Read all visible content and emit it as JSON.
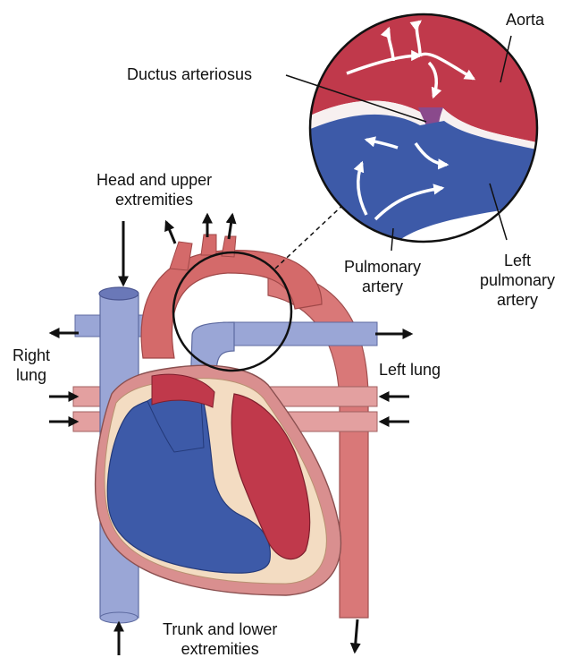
{
  "labels": {
    "aorta": "Aorta",
    "ductus_arteriosus": "Ductus arteriosus",
    "head_upper": [
      "Head and upper",
      "extremities"
    ],
    "pulmonary_artery": [
      "Pulmonary",
      "artery"
    ],
    "left_pulmonary_artery": [
      "Left",
      "pulmonary",
      "artery"
    ],
    "right_lung": [
      "Right",
      "lung"
    ],
    "left_lung": "Left lung",
    "trunk_lower": [
      "Trunk and lower",
      "extremities"
    ]
  },
  "colors": {
    "oxygenated_red": "#c0394b",
    "deoxygenated_blue": "#3d5aa8",
    "vessel_blue_light": "#9aa6d6",
    "vessel_red_light": "#d98080",
    "myocardium_tan": "#f3dcc2",
    "pericardium_pink": "#d98f8f",
    "mixing_purple": "#8a4a8c"
  }
}
